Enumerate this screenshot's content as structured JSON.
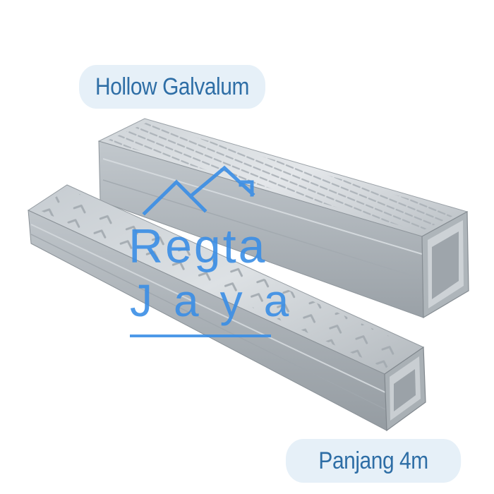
{
  "labels": {
    "top": "Hollow Galvalum",
    "bottom": "Panjang 4m"
  },
  "watermark": {
    "line1": "Regta",
    "line2": "Jaya",
    "color": "#3a8ee6"
  },
  "colors": {
    "pill_background": "#e6f0f8",
    "pill_text": "#2e6ea6",
    "metal_light": "#d9dde0",
    "metal_mid": "#b8bec3",
    "metal_dark": "#8a9196"
  },
  "icons": {
    "watermark_logo": "house-roof-outline-icon"
  }
}
